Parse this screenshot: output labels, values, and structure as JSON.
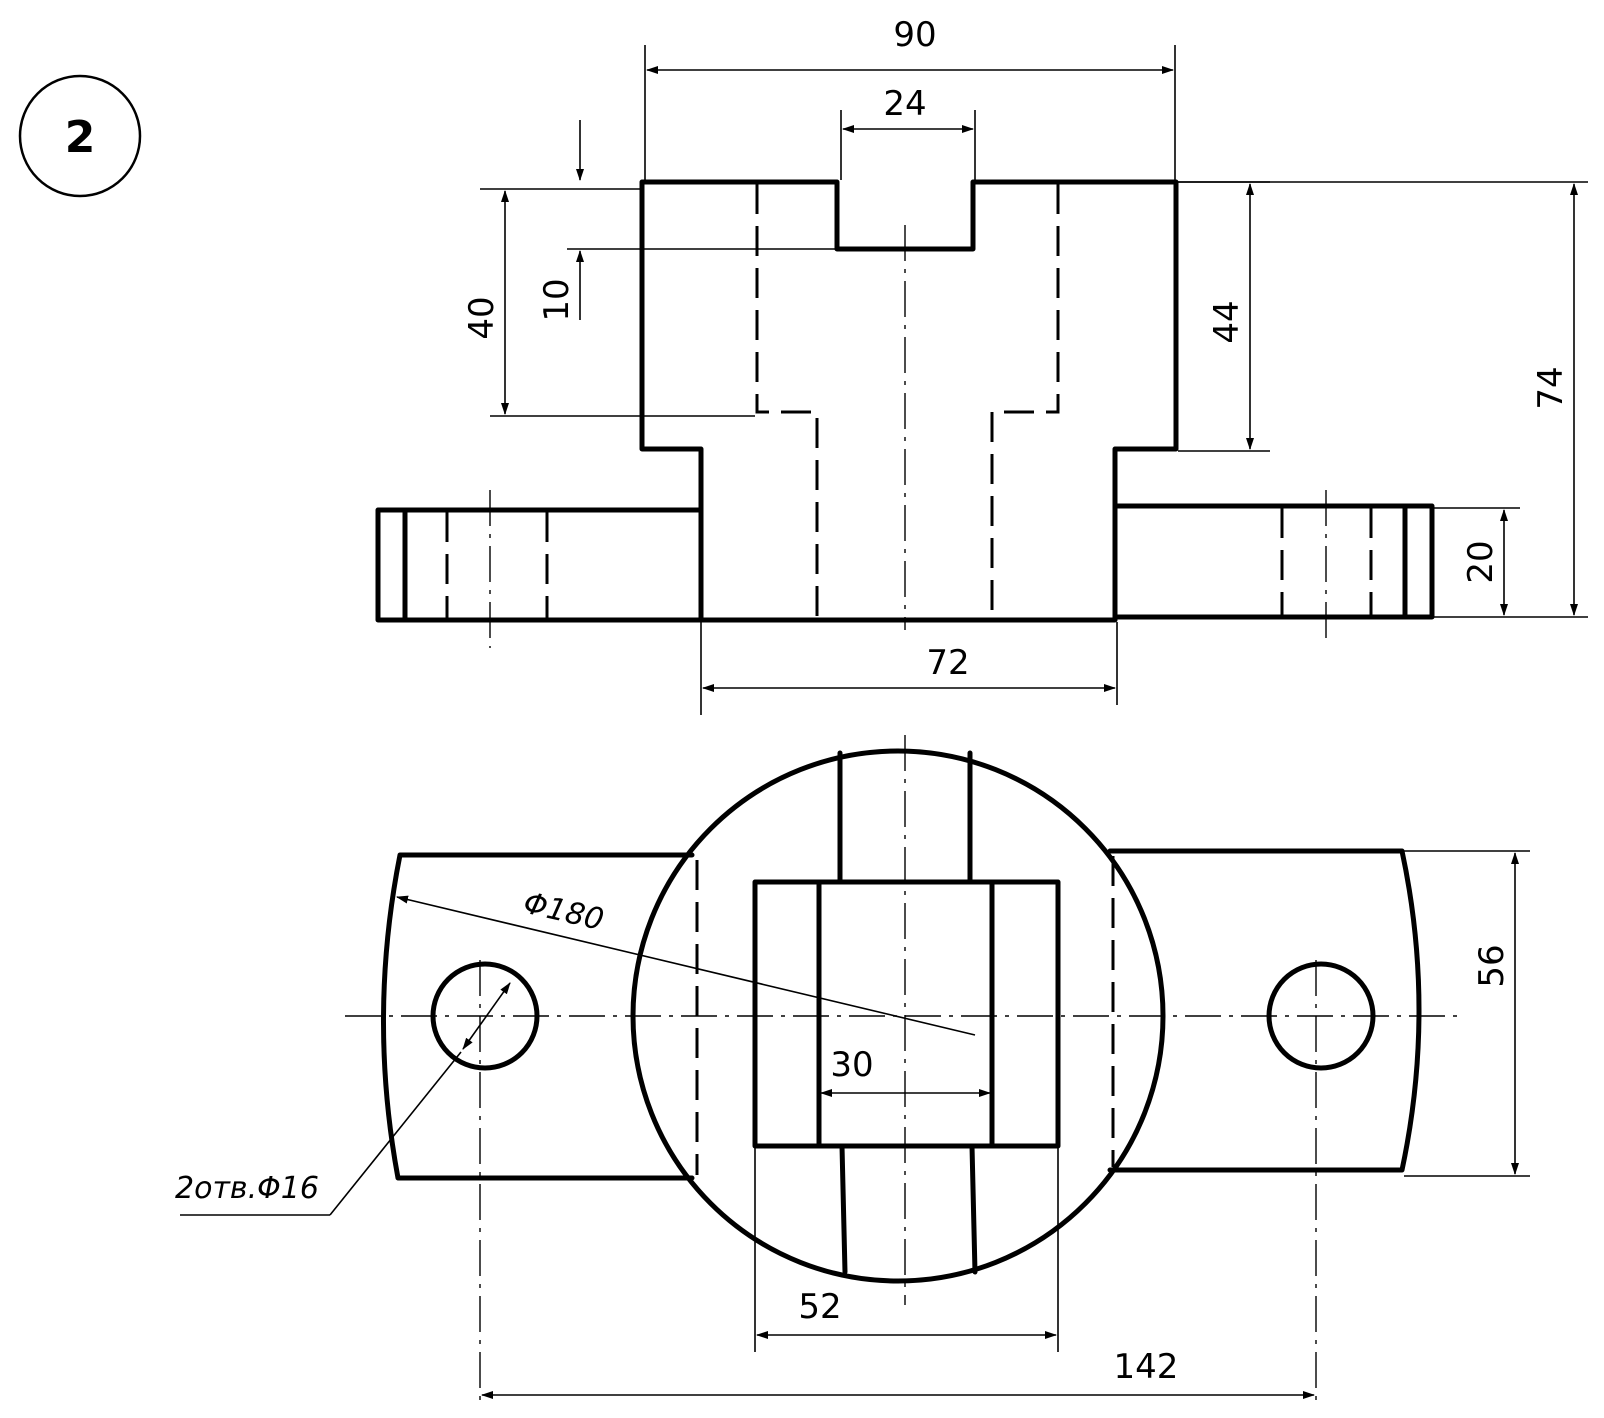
{
  "badge": {
    "number": "2"
  },
  "front_view": {
    "dims": {
      "overall_width": "90",
      "slot_width": "24",
      "upper_height": "40",
      "slot_depth": "10",
      "right_height": "44",
      "total_height": "74",
      "flange_height": "20",
      "base_width": "72"
    }
  },
  "top_view": {
    "dims": {
      "diameter": "Φ180",
      "hole_callout": "2отв.Φ16",
      "inner_width": "30",
      "square_width": "52",
      "hole_spacing": "142",
      "flange_width": "56"
    }
  }
}
